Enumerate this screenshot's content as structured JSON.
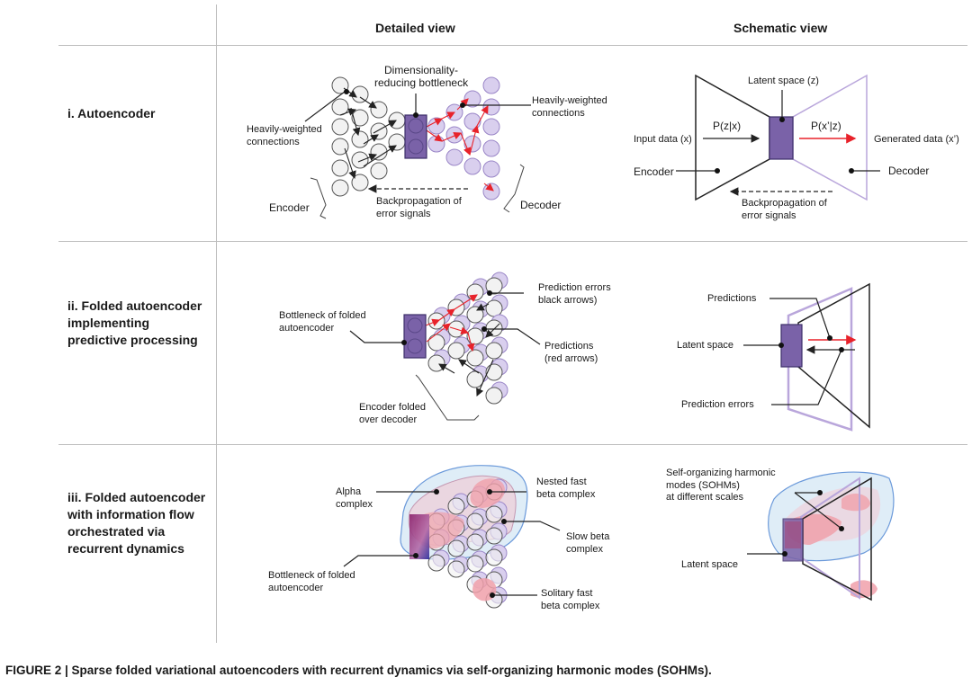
{
  "headers": {
    "detailed": "Detailed view",
    "schematic": "Schematic view"
  },
  "rows": [
    {
      "label": [
        "i. Autoencoder"
      ],
      "detailed": {
        "bottleneck": [
          "Dimensionality-",
          "reducing bottleneck"
        ],
        "heavy_left": [
          "Heavily-weighted",
          "connections"
        ],
        "heavy_right": [
          "Heavily-weighted",
          "connections"
        ],
        "encoder": "Encoder",
        "decoder": "Decoder",
        "backprop": [
          "Backpropagation of",
          "error signals"
        ]
      },
      "schematic": {
        "latent": "Latent space (z)",
        "pzx": "P(z|x)",
        "pxz": "P(x’|z)",
        "input": "Input data (x)",
        "generated": "Generated data (x’)",
        "encoder": "Encoder",
        "decoder": "Decoder",
        "backprop": [
          "Backpropagation of",
          "error signals"
        ]
      }
    },
    {
      "label": [
        "ii. Folded autoencoder",
        "implementing",
        "predictive processing"
      ],
      "detailed": {
        "bottleneck": [
          "Bottleneck of folded",
          "autoencoder"
        ],
        "pred_errors": [
          "Prediction errors",
          "black arrows)"
        ],
        "predictions": [
          "Predictions",
          "(red arrows)"
        ],
        "encoder_folded": [
          "Encoder folded",
          "over decoder"
        ]
      },
      "schematic": {
        "predictions": "Predictions",
        "latent": "Latent space",
        "pred_errors": "Prediction errors"
      }
    },
    {
      "label": [
        "iii. Folded autoencoder",
        "with information flow",
        "orchestrated via",
        "recurrent dynamics"
      ],
      "detailed": {
        "alpha": [
          "Alpha",
          "complex"
        ],
        "nested": [
          "Nested fast",
          "beta complex"
        ],
        "slow": [
          "Slow beta",
          "complex"
        ],
        "bottleneck": [
          "Bottleneck of folded",
          "autoencoder"
        ],
        "solitary": [
          "Solitary fast",
          "beta complex"
        ]
      },
      "schematic": {
        "sohm": [
          "Self-organizing harmonic",
          "modes (SOHMs)",
          "at different scales"
        ],
        "latent": "Latent space"
      }
    }
  ],
  "caption": {
    "prefix": "FIGURE 2 | ",
    "text": "Sparse folded variational autoencoders with recurrent dynamics via self-organizing harmonic modes (SOHMs)."
  },
  "colors": {
    "purple": "#7a62a8",
    "purple_light": "#d9cfee",
    "red": "#e8222a",
    "grid": "#bdbdbd",
    "alpha_fill": "#dcecf7",
    "alpha_stroke": "#5b8fd6",
    "beta_fill": "#ecd3dd",
    "fast_fill": "#f0a0aa"
  }
}
